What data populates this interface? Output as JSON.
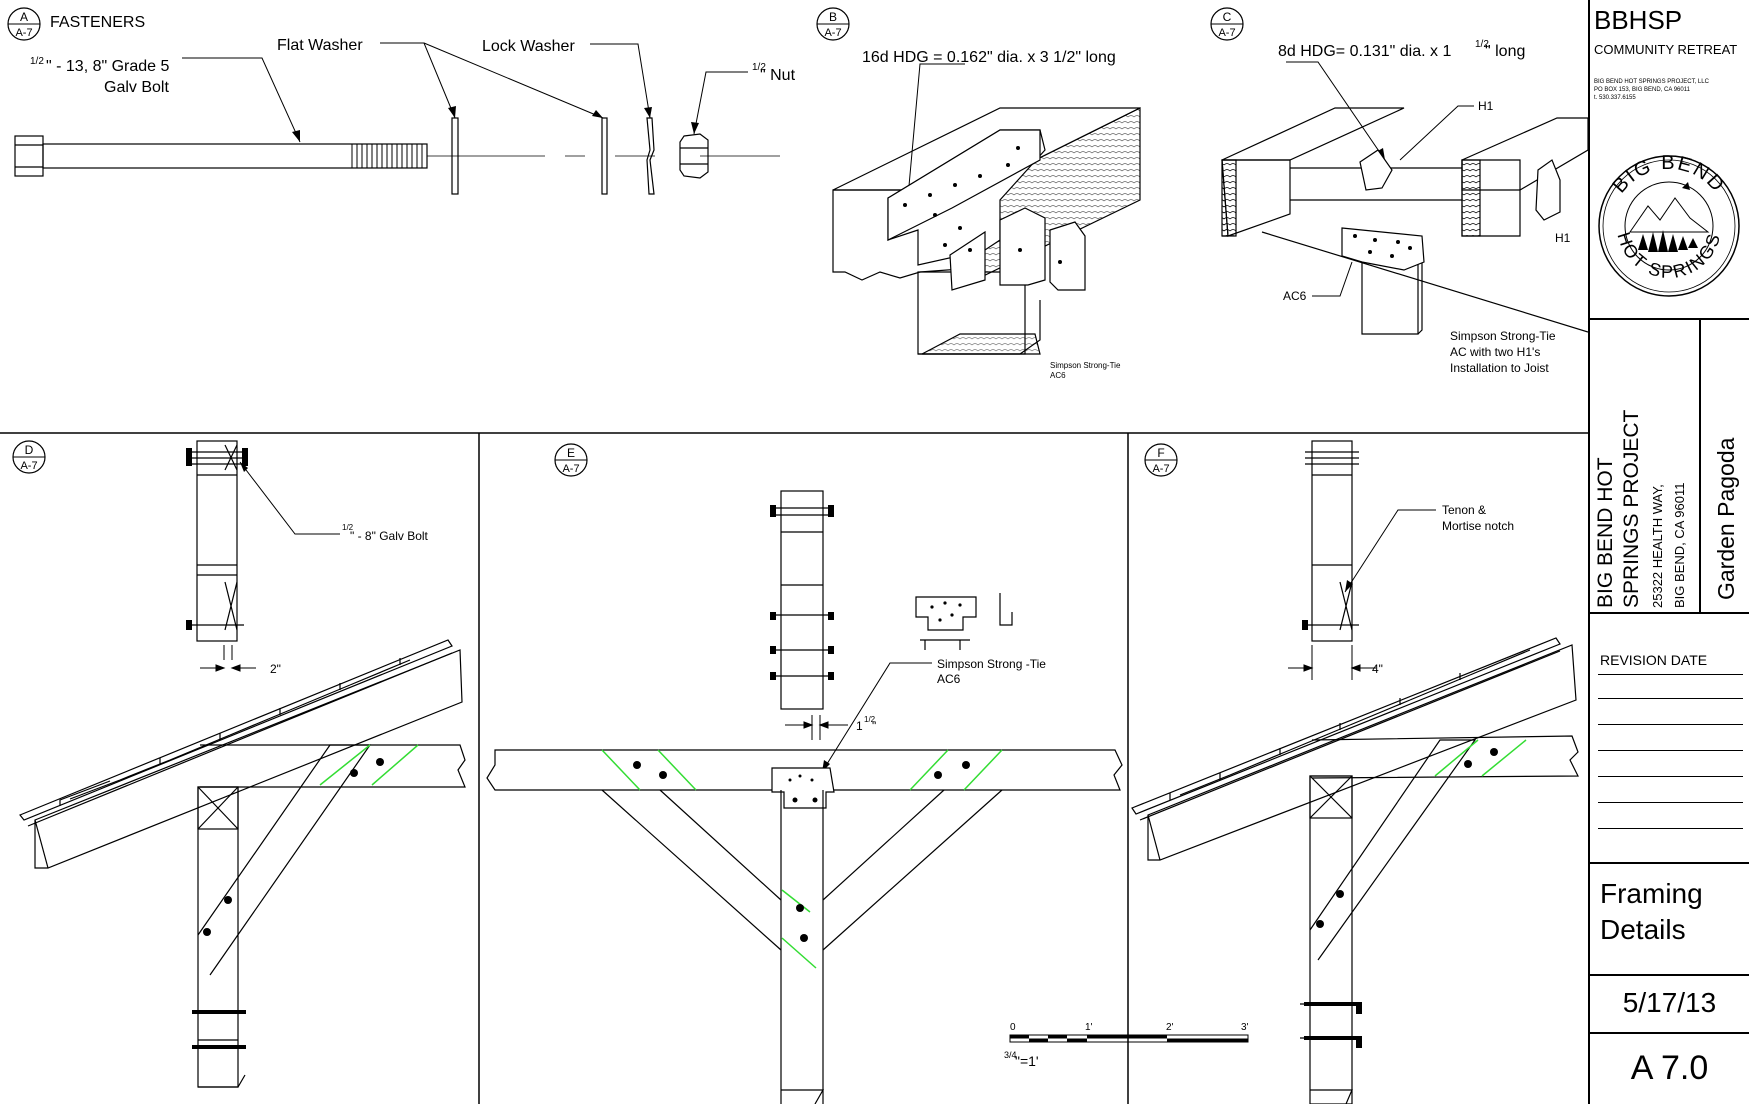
{
  "sheet": {
    "brand": "BBHSP",
    "subtitle": "COMMUNITY RETREAT",
    "address_lines": [
      "BIG BEND HOT SPRINGS PROJECT, LLC",
      "PO BOX 153, BIG BEND, CA 96011",
      "t. 530.337.6155"
    ],
    "logo_text_top": "BIG BEND",
    "logo_text_bottom": "HOT SPRINGS",
    "project_line1": "BIG BEND HOT",
    "project_line2": "SPRINGS PROJECT",
    "street": "25322 HEALTH WAY,",
    "city": "BIG BEND, CA 96011",
    "project_name": "Garden Pagoda",
    "revision_header": "REVISION  DATE",
    "title_line1": "Framing",
    "title_line2": "Details",
    "date": "5/17/13",
    "sheet_number": "A 7.0"
  },
  "details": {
    "a": {
      "letter": "A",
      "sheet": "A-7",
      "title": "FASTENERS",
      "bolt_label_l1_frac": "1/2",
      "bolt_label_l1": "\" - 13, 8\" Grade 5",
      "bolt_label_l2": "Galv Bolt",
      "flat_washer": "Flat Washer",
      "lock_washer": "Lock Washer",
      "nut_frac": "1/2",
      "nut_label": "\" Nut"
    },
    "b": {
      "letter": "B",
      "sheet": "A-7",
      "nail_label": "16d HDG = 0.162\" dia. x 3 1/2\" long",
      "tie_label_l1": "Simpson Strong-Tie",
      "tie_label_l2": "AC6"
    },
    "c": {
      "letter": "C",
      "sheet": "A-7",
      "nail_label_pre": "8d HDG= 0.131\" dia. x 1",
      "nail_label_frac": "1/2",
      "nail_label_post": "\" long",
      "h1_top": "H1",
      "h1_right": "H1",
      "ac6": "AC6",
      "note_l1": "Simpson Strong-Tie",
      "note_l2": "AC with two H1's",
      "note_l3": "Installation to Joist"
    },
    "d": {
      "letter": "D",
      "sheet": "A-7",
      "bolt_frac": "1/2",
      "bolt_label": "\" - 8\" Galv Bolt",
      "gap": "2\""
    },
    "e": {
      "letter": "E",
      "sheet": "A-7",
      "tie_l1": "Simpson Strong -Tie",
      "tie_l2": "AC6",
      "gap_whole": "1",
      "gap_frac": "1/2",
      "gap_unit": "\""
    },
    "f": {
      "letter": "F",
      "sheet": "A-7",
      "note_l1": "Tenon &",
      "note_l2": "Mortise notch",
      "gap": "4\""
    }
  },
  "scale": {
    "ticks": [
      "0",
      "1'",
      "2'",
      "3'"
    ],
    "label_frac": "3/4",
    "label_rest": "\"=1'"
  },
  "colors": {
    "ink": "#000000",
    "highlight": "#33dd33"
  }
}
